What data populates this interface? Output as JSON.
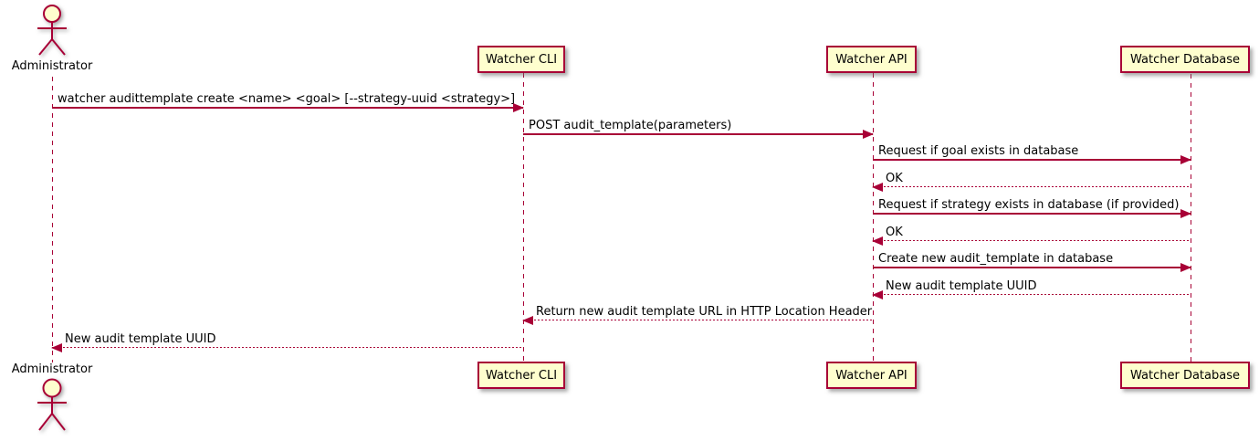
{
  "diagram": {
    "type": "sequence-diagram",
    "colors": {
      "accent": "#A80036",
      "participant_fill": "#FEFECE",
      "text": "#000000",
      "background": "#FFFFFF"
    },
    "actor": {
      "label": "Administrator"
    },
    "participants": [
      {
        "label": "Watcher CLI"
      },
      {
        "label": "Watcher API"
      },
      {
        "label": "Watcher Database"
      }
    ],
    "messages": [
      {
        "from": "Administrator",
        "to": "Watcher CLI",
        "style": "solid",
        "text": "watcher audittemplate create <name> <goal> [--strategy-uuid <strategy>]"
      },
      {
        "from": "Watcher CLI",
        "to": "Watcher API",
        "style": "solid",
        "text": "POST audit_template(parameters)"
      },
      {
        "from": "Watcher API",
        "to": "Watcher Database",
        "style": "solid",
        "text": "Request if goal exists in database"
      },
      {
        "from": "Watcher Database",
        "to": "Watcher API",
        "style": "dashed",
        "text": "OK"
      },
      {
        "from": "Watcher API",
        "to": "Watcher Database",
        "style": "solid",
        "text": "Request if strategy exists in database (if provided)"
      },
      {
        "from": "Watcher Database",
        "to": "Watcher API",
        "style": "dashed",
        "text": "OK"
      },
      {
        "from": "Watcher API",
        "to": "Watcher Database",
        "style": "solid",
        "text": "Create new audit_template in database"
      },
      {
        "from": "Watcher Database",
        "to": "Watcher API",
        "style": "dashed",
        "text": "New audit template UUID"
      },
      {
        "from": "Watcher API",
        "to": "Watcher CLI",
        "style": "dashed",
        "text": "Return new audit template URL in HTTP Location Header"
      },
      {
        "from": "Watcher CLI",
        "to": "Administrator",
        "style": "dashed",
        "text": "New audit template UUID"
      }
    ]
  }
}
